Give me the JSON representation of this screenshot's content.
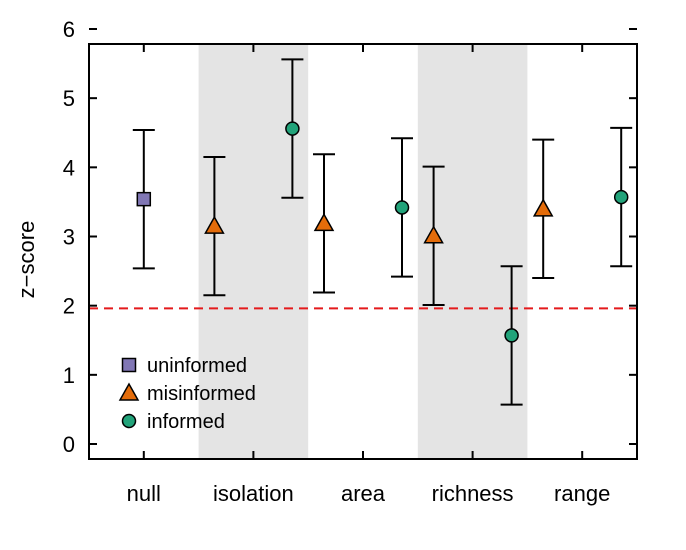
{
  "chart_data": {
    "type": "scatter",
    "title": "",
    "xlabel": "",
    "ylabel": "z−score",
    "ylim": [
      0,
      6
    ],
    "yticks": [
      0,
      1,
      2,
      3,
      4,
      5,
      6
    ],
    "categories": [
      "null",
      "isolation",
      "area",
      "richness",
      "range"
    ],
    "shaded_categories": [
      "isolation",
      "richness"
    ],
    "shade_color": "#e4e4e4",
    "reference_line": {
      "y": 1.96,
      "color": "#e41a1c",
      "style": "dashed"
    },
    "error_bar_halfwidth": 1.0,
    "legend_position": "bottom-left",
    "series": [
      {
        "name": "uninformed",
        "marker": "square",
        "color": "#8177b5",
        "points": [
          {
            "category": "null",
            "y": 3.54
          }
        ]
      },
      {
        "name": "misinformed",
        "marker": "triangle",
        "color": "#e46c0a",
        "points": [
          {
            "category": "isolation",
            "y": 3.15
          },
          {
            "category": "area",
            "y": 3.19
          },
          {
            "category": "richness",
            "y": 3.01
          },
          {
            "category": "range",
            "y": 3.4
          }
        ]
      },
      {
        "name": "informed",
        "marker": "circle",
        "color": "#22a37a",
        "points": [
          {
            "category": "isolation",
            "y": 4.56
          },
          {
            "category": "area",
            "y": 3.42
          },
          {
            "category": "richness",
            "y": 1.57
          },
          {
            "category": "range",
            "y": 3.57
          }
        ]
      }
    ]
  }
}
